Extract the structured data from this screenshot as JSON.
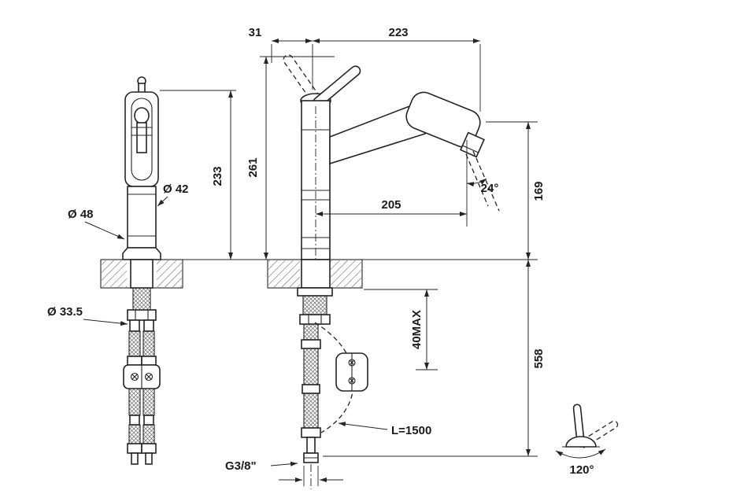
{
  "drawing": {
    "background": "#ffffff",
    "line_color": "#242424",
    "dimensions": {
      "offset_31": "31",
      "reach_223": "223",
      "height_233": "233",
      "height_261": "261",
      "spout_dia_42": "Ø 42",
      "body_dia_48": "Ø 48",
      "reach_205": "205",
      "spray_angle_24": "24°",
      "outlet_height_169": "169",
      "hole_dia_33_5": "Ø 33.5",
      "deck_thickness_40max": "40MAX",
      "under_counter_558": "558",
      "hose_length_1500": "L=1500",
      "thread_g38": "G3/8\"",
      "handle_swing_120": "120°"
    }
  }
}
